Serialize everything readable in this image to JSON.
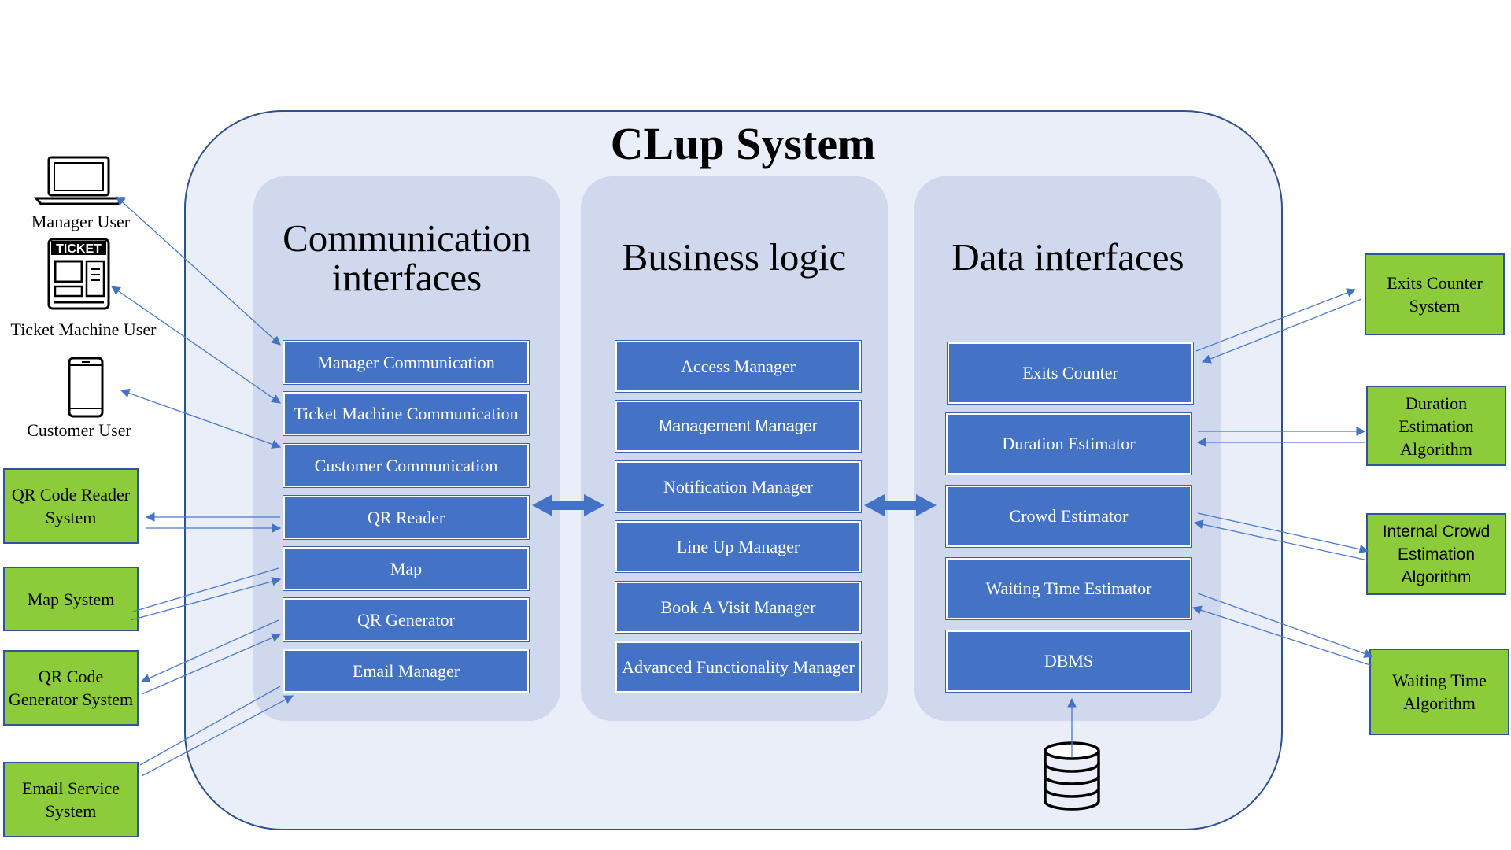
{
  "system": {
    "title": "CLup System"
  },
  "columns": {
    "communication": {
      "title_line1": "Communication",
      "title_line2": "interfaces",
      "items": [
        "Manager Communication",
        "Ticket Machine Communication",
        "Customer Communication",
        "QR Reader",
        "Map",
        "QR Generator",
        "Email Manager"
      ]
    },
    "business": {
      "title": "Business logic",
      "items": [
        "Access Manager",
        "Management Manager",
        "Notification Manager",
        "Line Up Manager",
        "Book A Visit Manager",
        "Advanced Functionality Manager"
      ]
    },
    "data": {
      "title": "Data interfaces",
      "items": [
        "Exits Counter",
        "Duration Estimator",
        "Crowd Estimator",
        "Waiting Time Estimator",
        "DBMS"
      ]
    }
  },
  "users": {
    "manager": {
      "label": "Manager User",
      "icon": "laptop-icon"
    },
    "ticket_machine": {
      "label": "Ticket Machine User",
      "icon": "ticket-machine-icon",
      "icon_text": "TICKET"
    },
    "customer": {
      "label": "Customer User",
      "icon": "smartphone-icon"
    }
  },
  "external_left": [
    "QR Code Reader System",
    "Map System",
    "QR Code Generator System",
    "Email Service System"
  ],
  "external_right": [
    "Exits Counter System",
    "Duration Estimation Algorithm",
    "Internal Crowd Estimation Algorithm",
    "Waiting Time Algorithm"
  ],
  "database_icon": "database-icon",
  "colors": {
    "block": "#4472c4",
    "external": "#8ccc3a",
    "column": "#cfd8ec",
    "system": "#e9eef8",
    "arrow": "#4472c4"
  }
}
